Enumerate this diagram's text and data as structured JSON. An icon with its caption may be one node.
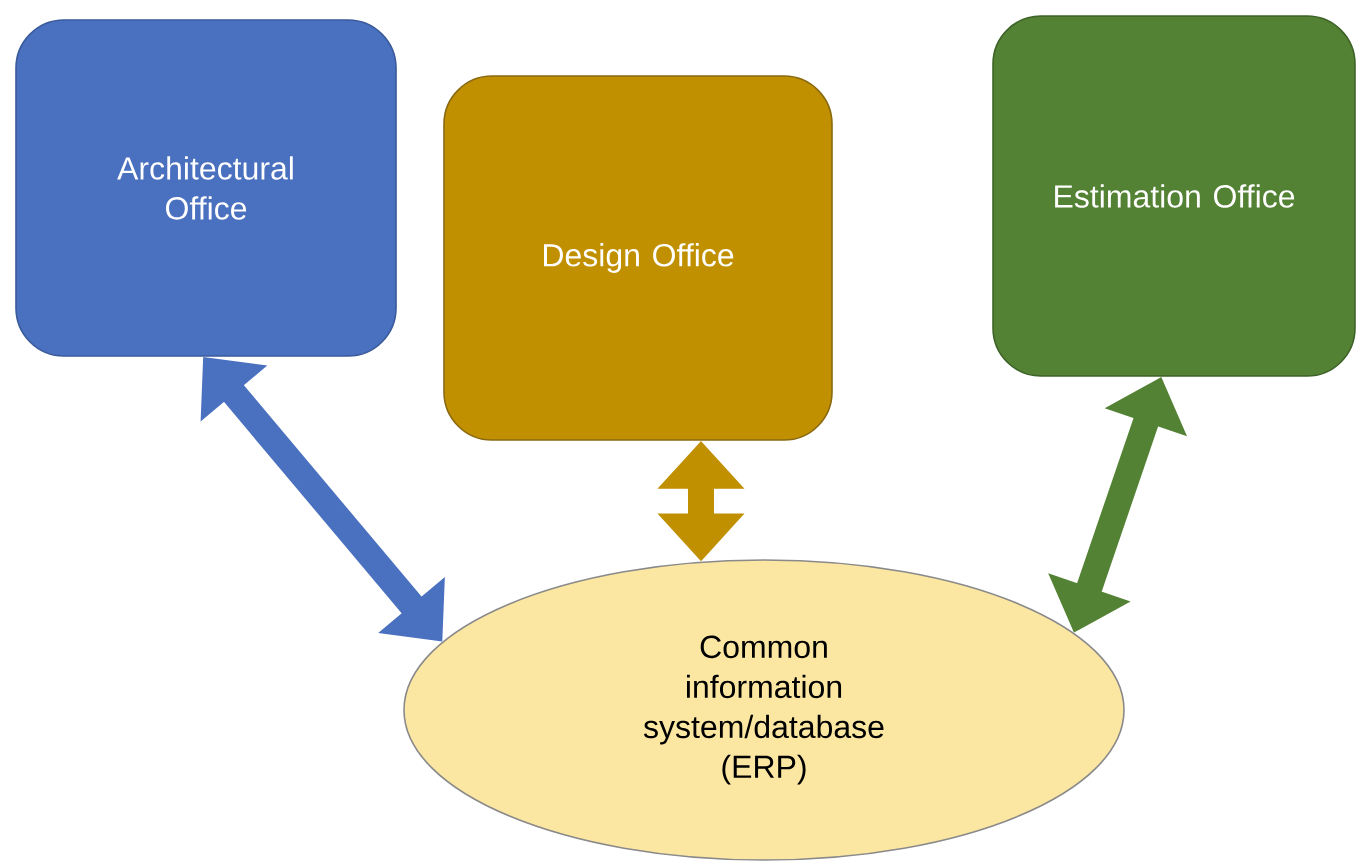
{
  "diagram": {
    "nodes": [
      {
        "text": [
          "Architectural Office"
        ]
      },
      {
        "text": [
          "Design Office"
        ]
      },
      {
        "text": [
          "Estimation Office"
        ]
      },
      {
        "text": [
          "Common information system/database (ERP)"
        ]
      }
    ],
    "edges": [
      {
        "from": 0,
        "to": 3,
        "arrow": "both",
        "color": "#4a70c0"
      },
      {
        "from": 1,
        "to": 3,
        "arrow": "both",
        "color": "#c09000"
      },
      {
        "from": 2,
        "to": 3,
        "arrow": "both",
        "color": "#548235"
      }
    ]
  }
}
